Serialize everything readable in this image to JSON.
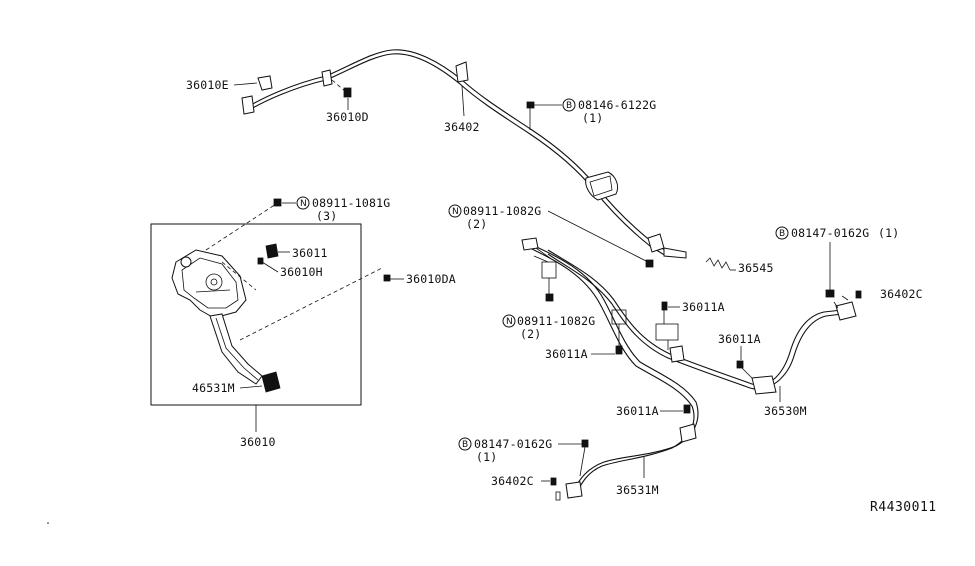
{
  "labels": {
    "p36010E": "36010E",
    "p36010D": "36010D",
    "p36402": "36402",
    "b08146": "08146-6122G",
    "b08146_qty": "(1)",
    "n08911_1081": "08911-1081G",
    "n08911_1081_qty": "(3)",
    "n08911_1082_top": "08911-1082G",
    "n08911_1082_top_qty": "(2)",
    "b08147_right": "08147-0162G",
    "b08147_right_qty": "(1)",
    "p36011": "36011",
    "p36010H": "36010H",
    "p36010DA": "36010DA",
    "p36545": "36545",
    "p36402C_right": "36402C",
    "p36011A_top": "36011A",
    "n08911_1082_mid": "08911-1082G",
    "n08911_1082_mid_qty": "(2)",
    "p36011A_left": "36011A",
    "p36011A_right": "36011A",
    "p46531M": "46531M",
    "p36530M": "36530M",
    "p36011A_bottom": "36011A",
    "p36010": "36010",
    "b08147_bottom": "08147-0162G",
    "b08147_bottom_qty": "(1)",
    "p36402C_bottom": "36402C",
    "p36531M": "36531M",
    "ref": "R4430011"
  },
  "symbols": {
    "bolt": "B",
    "nut": "N"
  }
}
